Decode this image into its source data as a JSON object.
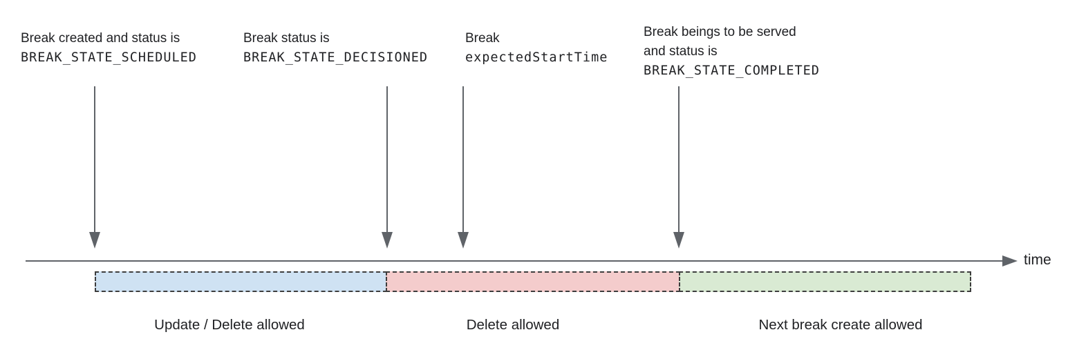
{
  "colors": {
    "text": "#202124",
    "line": "#5f6368",
    "box_border": "#3d3d3d",
    "segment_blue": "#cfe2f3",
    "segment_red": "#f4cccc",
    "segment_green": "#d9ead3"
  },
  "annotations": [
    {
      "line1": "Break created and status is",
      "code": "BREAK_STATE_SCHEDULED"
    },
    {
      "line1": "Break status is",
      "code": "BREAK_STATE_DECISIONED"
    },
    {
      "line1": "Break",
      "code": "expectedStartTime"
    },
    {
      "line1": "Break beings to be served",
      "line2": "and status is",
      "code": "BREAK_STATE_COMPLETED"
    }
  ],
  "timeline": {
    "axis_label": "time"
  },
  "segments": [
    {
      "label": "Update / Delete allowed",
      "color": "#cfe2f3"
    },
    {
      "label": "Delete allowed",
      "color": "#f4cccc"
    },
    {
      "label": "Next break create allowed",
      "color": "#d9ead3"
    }
  ]
}
